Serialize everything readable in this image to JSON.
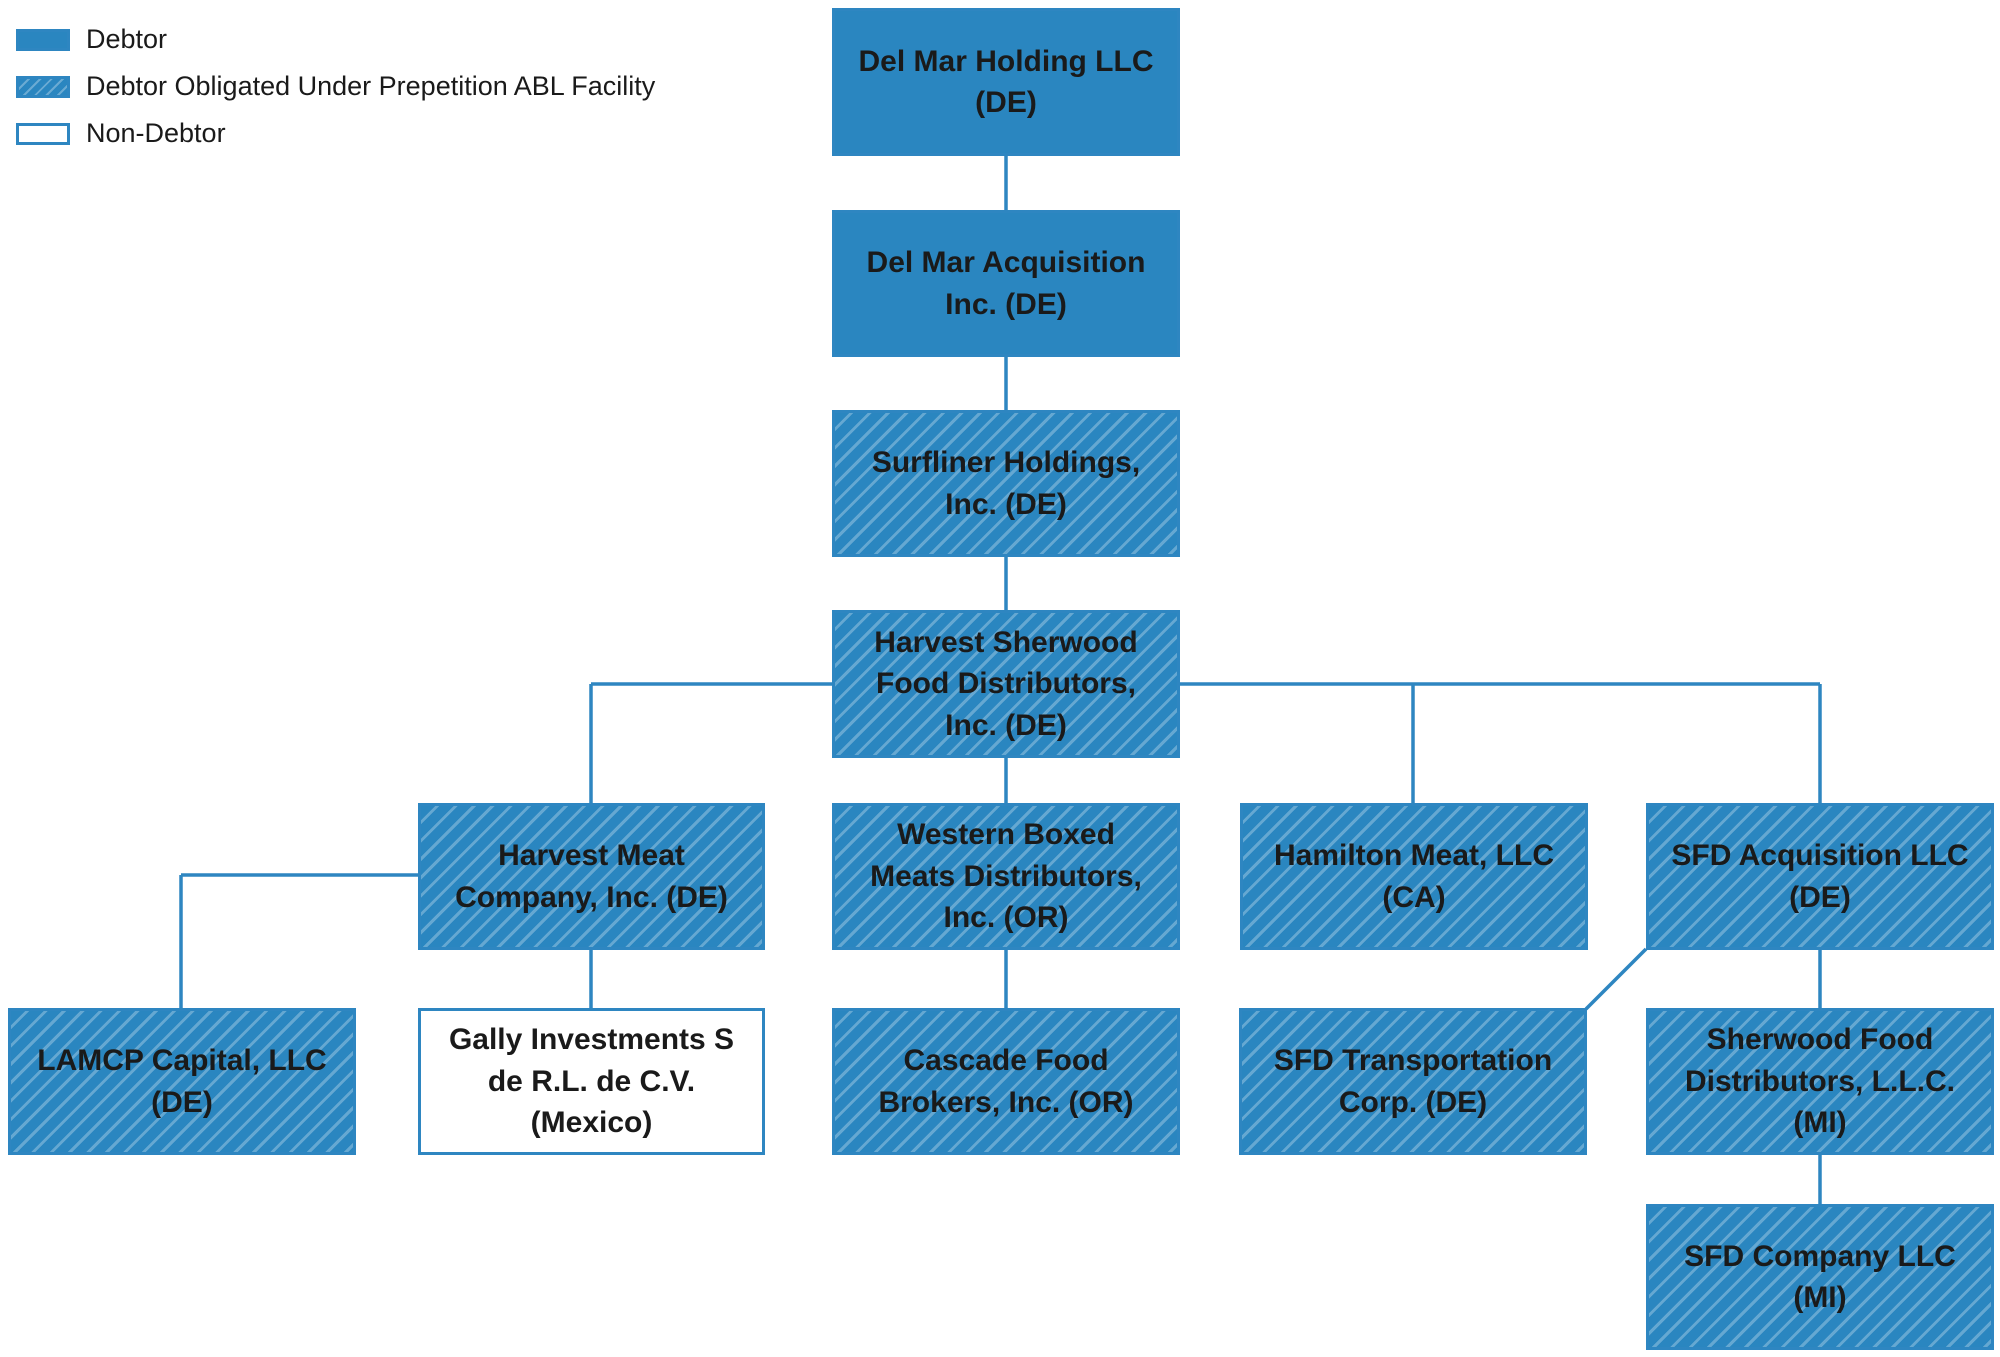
{
  "legend": {
    "debtor": "Debtor",
    "abl": "Debtor Obligated Under Prepetition ABL Facility",
    "non_debtor": "Non-Debtor"
  },
  "colors": {
    "fill": "#2a86c0",
    "line": "#2e86c1"
  },
  "entities": {
    "del_mar_holding": "Del Mar Holding LLC\n(DE)",
    "del_mar_acquisition": "Del Mar Acquisition\nInc. (DE)",
    "surfliner": "Surfliner Holdings,\nInc. (DE)",
    "harvest_sherwood": "Harvest Sherwood\nFood Distributors,\nInc. (DE)",
    "harvest_meat": "Harvest Meat\nCompany, Inc. (DE)",
    "western_boxed": "Western Boxed\nMeats Distributors,\nInc. (OR)",
    "hamilton_meat": "Hamilton Meat, LLC\n(CA)",
    "sfd_acquisition": "SFD Acquisition LLC\n(DE)",
    "lamcp": "LAMCP Capital, LLC\n(DE)",
    "gally": "Gally Investments S\nde R.L. de C.V.\n(Mexico)",
    "cascade": "Cascade Food\nBrokers, Inc. (OR)",
    "sfd_transportation": "SFD Transportation\nCorp. (DE)",
    "sherwood_food": "Sherwood Food\nDistributors, L.L.C.\n(MI)",
    "sfd_company": "SFD Company LLC\n(MI)"
  }
}
